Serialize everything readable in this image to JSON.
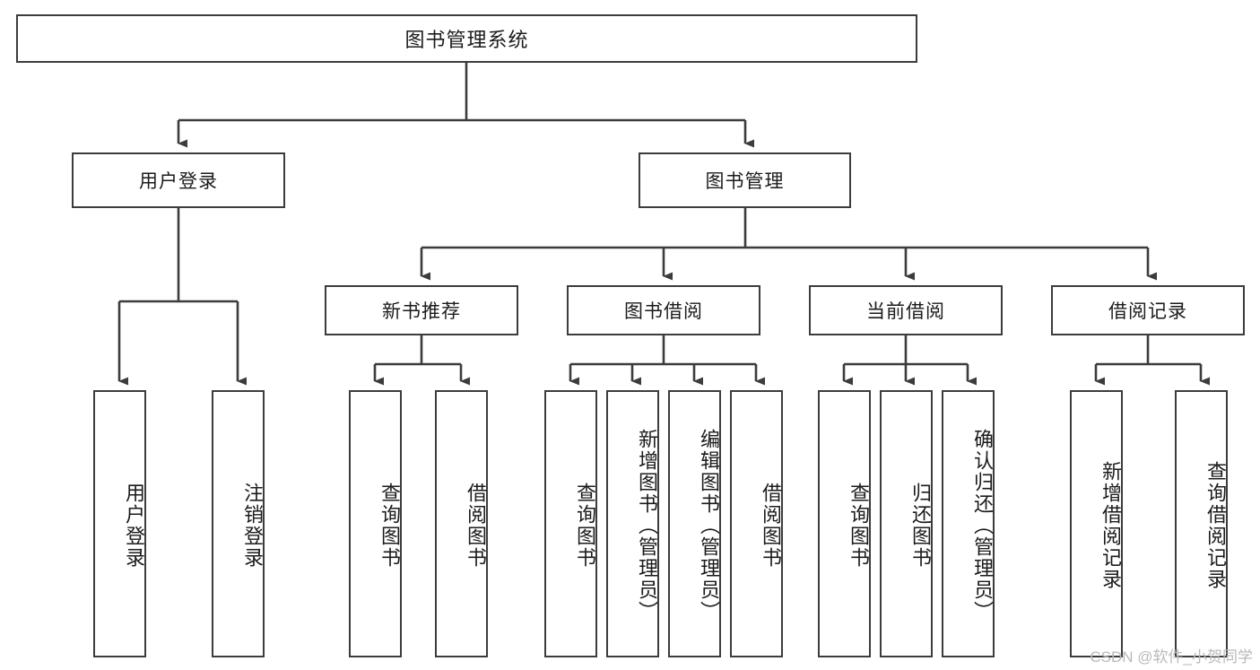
{
  "diagram": {
    "type": "tree-hierarchy",
    "title": "图书管理系统",
    "watermark": "CSDN @软件_小贺同学",
    "colors": {
      "box_stroke": "#3c3c3c",
      "box_fill": "#ffffff",
      "connector": "#3c3c3c",
      "text": "#1b1b1b",
      "watermark": "#b9b9b9"
    },
    "root": {
      "label": "图书管理系统"
    },
    "level2": [
      {
        "id": "user-login",
        "label": "用户登录"
      },
      {
        "id": "book-manage",
        "label": "图书管理"
      }
    ],
    "level3": [
      {
        "id": "new-book-recommend",
        "label": "新书推荐"
      },
      {
        "id": "book-borrow",
        "label": "图书借阅"
      },
      {
        "id": "current-borrow",
        "label": "当前借阅"
      },
      {
        "id": "borrow-record",
        "label": "借阅记录"
      }
    ],
    "leaves": {
      "user-login": [
        {
          "id": "leaf-user-login",
          "label": "用户登录"
        },
        {
          "id": "leaf-logout-login",
          "label": "注销登录"
        }
      ],
      "new-book-recommend": [
        {
          "id": "leaf-query-book-1",
          "label": "查询图书"
        },
        {
          "id": "leaf-borrow-book-1",
          "label": "借阅图书"
        }
      ],
      "book-borrow": [
        {
          "id": "leaf-query-book-2",
          "label": "查询图书"
        },
        {
          "id": "leaf-add-book-admin",
          "label": "新增图书（管理员）"
        },
        {
          "id": "leaf-edit-book-admin",
          "label": "编辑图书（管理员）"
        },
        {
          "id": "leaf-borrow-book-2",
          "label": "借阅图书"
        }
      ],
      "current-borrow": [
        {
          "id": "leaf-query-book-3",
          "label": "查询图书"
        },
        {
          "id": "leaf-return-book",
          "label": "归还图书"
        },
        {
          "id": "leaf-confirm-return-admin",
          "label": "确认归还（管理员）"
        }
      ],
      "borrow-record": [
        {
          "id": "leaf-add-borrow-record",
          "label": "新增借阅记录"
        },
        {
          "id": "leaf-query-borrow-record",
          "label": "查询借阅记录"
        }
      ]
    }
  }
}
